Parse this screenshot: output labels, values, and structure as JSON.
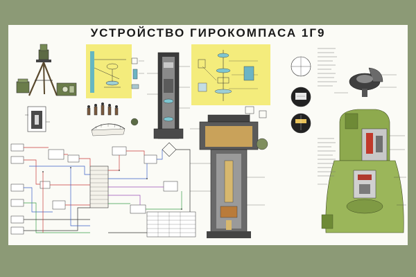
{
  "poster": {
    "title": "УСТРОЙСТВО ГИРОКОМПАСА 1Г9",
    "top_left_note": "",
    "top_right_note": "",
    "bottom_left_note": "",
    "bottom_right_note": ""
  },
  "sections": [
    {
      "id": "tripod",
      "caption": ""
    },
    {
      "id": "sensor-box",
      "caption": ""
    },
    {
      "id": "optical-scheme",
      "caption": ""
    },
    {
      "id": "switches",
      "caption": ""
    },
    {
      "id": "wiring-diagram",
      "caption": ""
    },
    {
      "id": "telescope-tube",
      "caption": ""
    },
    {
      "id": "optical-path",
      "caption": ""
    },
    {
      "id": "gyro-housing",
      "caption": ""
    },
    {
      "id": "data-table",
      "caption": ""
    },
    {
      "id": "reticle-views",
      "caption": ""
    },
    {
      "id": "azimuth-unit",
      "caption": ""
    },
    {
      "id": "gyro-unit",
      "caption": ""
    }
  ],
  "colors": {
    "frame": "#8c9a76",
    "poster": "#fbfbf6",
    "highlight": "#f4ec7c",
    "gyro_green": "#8eaa4e",
    "red_wire": "#c83a3a",
    "blue_wire": "#3a5ec8"
  }
}
